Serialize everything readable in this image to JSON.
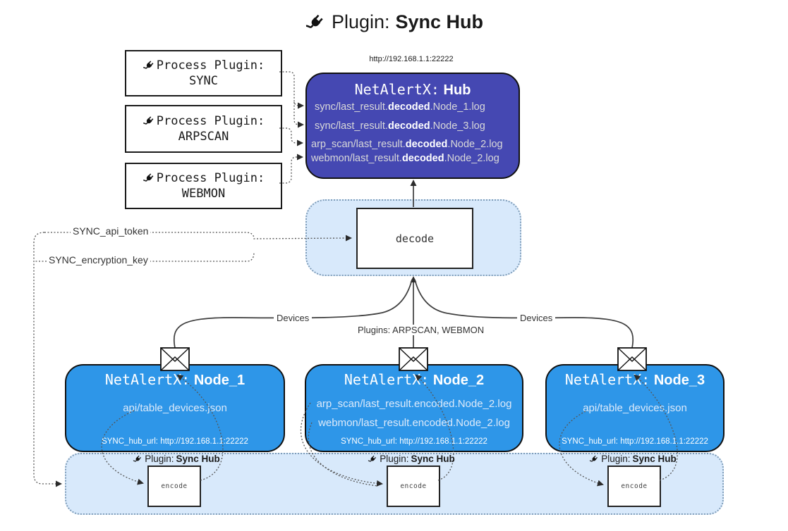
{
  "title": {
    "prefix": "Plugin:",
    "bold": "Sync Hub"
  },
  "process_plugins": [
    {
      "label": "Process Plugin:",
      "name": "SYNC"
    },
    {
      "label": "Process Plugin:",
      "name": "ARPSCAN"
    },
    {
      "label": "Process Plugin:",
      "name": "WEBMON"
    }
  ],
  "hub": {
    "url": "http://192.168.1.1:22222",
    "name_prefix": "NetAlertX:",
    "name_bold": "Hub",
    "logs": [
      {
        "pre": "sync/last_result.",
        "bold": "decoded",
        "post": ".Node_1.log"
      },
      {
        "pre": "sync/last_result.",
        "bold": "decoded",
        "post": ".Node_3.log"
      },
      {
        "pre": "arp_scan/last_result.",
        "bold": "decoded",
        "post": ".Node_2.log"
      },
      {
        "pre": "webmon/last_result.",
        "bold": "decoded",
        "post": ".Node_2.log"
      }
    ]
  },
  "decode": {
    "label": "decode"
  },
  "keys": {
    "api_token": "SYNC_api_token",
    "encryption_key": "SYNC_encryption_key"
  },
  "edge_labels": {
    "devices_left": "Devices",
    "plugins_center": "Plugins: ARPSCAN, WEBMON",
    "devices_right": "Devices"
  },
  "nodes": [
    {
      "name_prefix": "NetAlertX:",
      "name_bold": "Node_1",
      "files": [
        "api/table_devices.json"
      ],
      "hub_url": "SYNC_hub_url: http://192.168.1.1:22222"
    },
    {
      "name_prefix": "NetAlertX:",
      "name_bold": "Node_2",
      "files": [
        "arp_scan/last_result.encoded.Node_2.log",
        "webmon/last_result.encoded.Node_2.log"
      ],
      "hub_url": "SYNC_hub_url: http://192.168.1.1:22222"
    },
    {
      "name_prefix": "NetAlertX:",
      "name_bold": "Node_3",
      "files": [
        "api/table_devices.json"
      ],
      "hub_url": "SYNC_hub_url: http://192.168.1.1:22222"
    }
  ],
  "encoders": [
    {
      "plugin_prefix": "Plugin:",
      "plugin_bold": "Sync Hub",
      "label": "encode"
    },
    {
      "plugin_prefix": "Plugin:",
      "plugin_bold": "Sync Hub",
      "label": "encode"
    },
    {
      "plugin_prefix": "Plugin:",
      "plugin_bold": "Sync Hub",
      "label": "encode"
    }
  ],
  "colors": {
    "hub_fill": "#4548B2",
    "node_fill": "#2E96E8",
    "band_fill": "#D8E9FB",
    "band_border": "#7F9DB9",
    "box_border": "#111111",
    "line": "#3D3D3D"
  }
}
